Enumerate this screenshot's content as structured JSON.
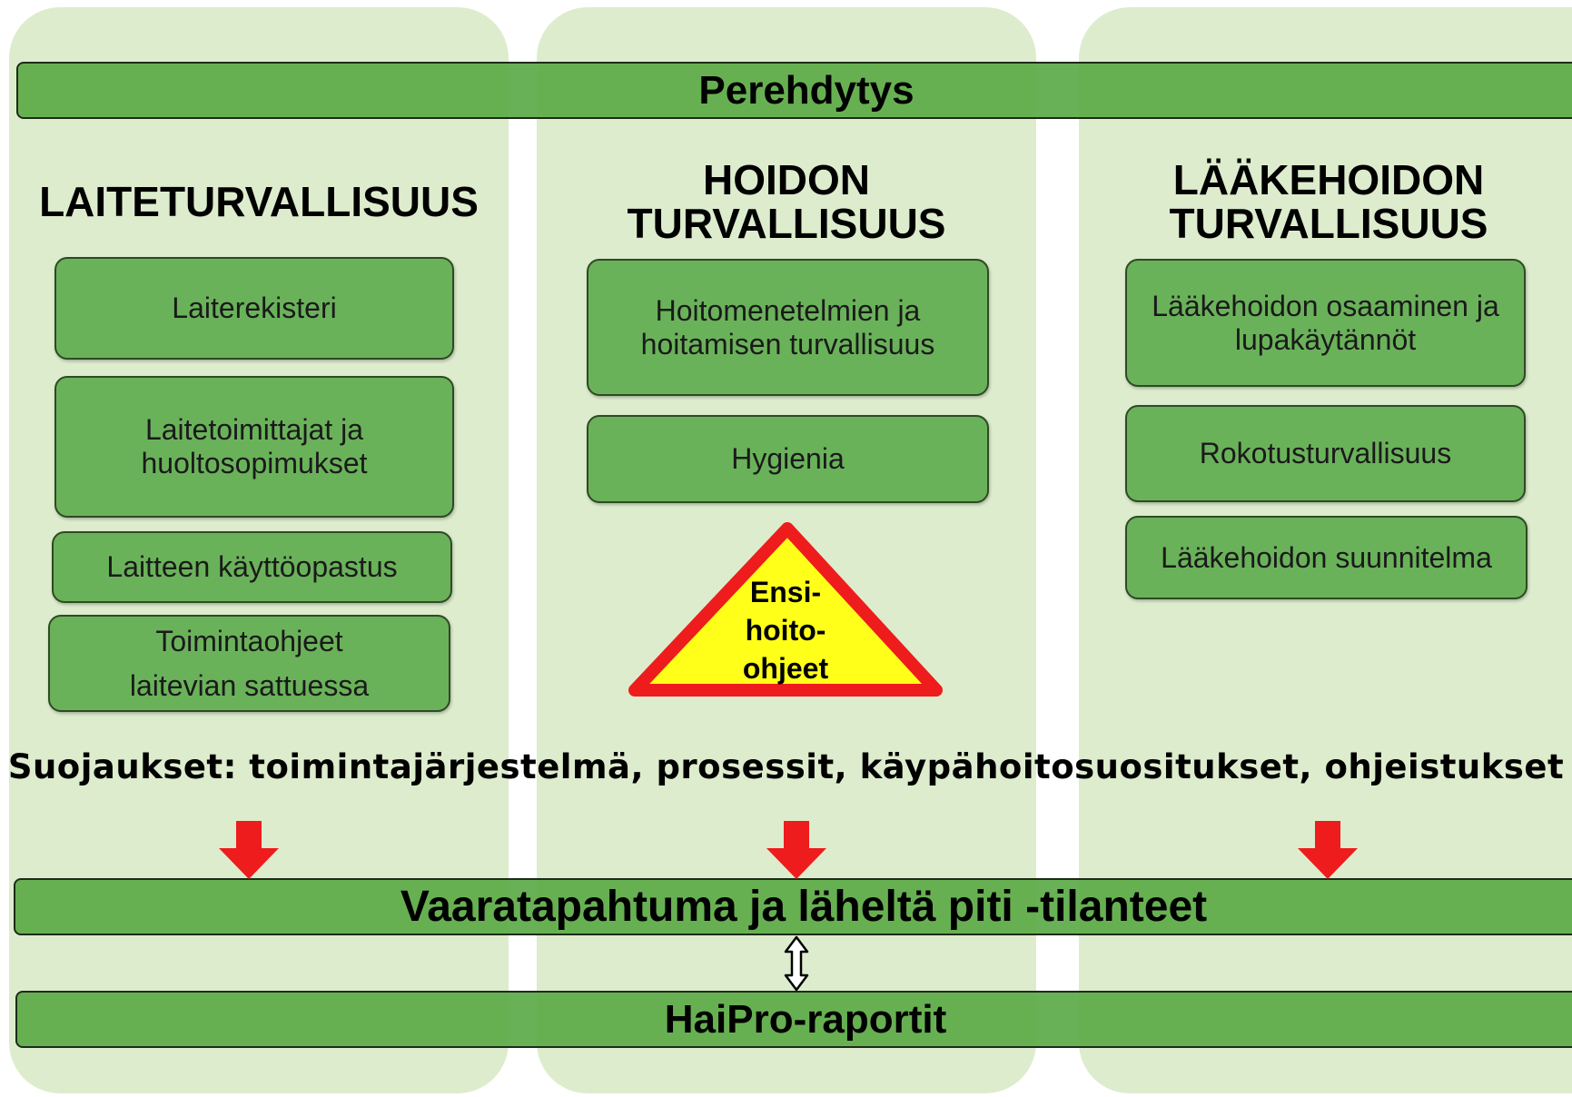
{
  "columns": [
    {
      "heading": "LAITETURVALLISUUS",
      "boxes": [
        "Laiterekisteri",
        "Laitetoimittajat ja\nhuoltosopimukset",
        "Laitteen käyttöopastus",
        "Toimintaohjeet\nlaitevian sattuessa"
      ]
    },
    {
      "heading": "HOIDON\nTURVALLISUUS",
      "boxes": [
        "Hoitomenetelmien ja\nhoitamisen turvallisuus",
        "Hygienia"
      ]
    },
    {
      "heading": "LÄÄKEHOIDON\nTURVALLISUUS",
      "boxes": [
        "Lääkehoidon osaaminen ja\nlupakäytännöt",
        "Rokotusturvallisuus",
        "Lääkehoidon suunnitelma"
      ]
    }
  ],
  "bars": {
    "top": "Perehdytys",
    "middle": "Vaaratapahtuma ja läheltä piti -tilanteet",
    "bottom": "HaiPro-raportit"
  },
  "warning_sign": "Ensi-\nhoito-\nohjeet",
  "protections": "Suojaukset: toimintajärjestelmä, prosessit, käypähoitosuositukset, ohjeistukset",
  "colors": {
    "column_bg": "#ddeccd",
    "box_green": "#6ab25a",
    "bar_green": "#5caa48",
    "arrow_red": "#ee1c1c",
    "triangle_fill": "#ffff1a",
    "triangle_border": "#ee1c1c"
  }
}
